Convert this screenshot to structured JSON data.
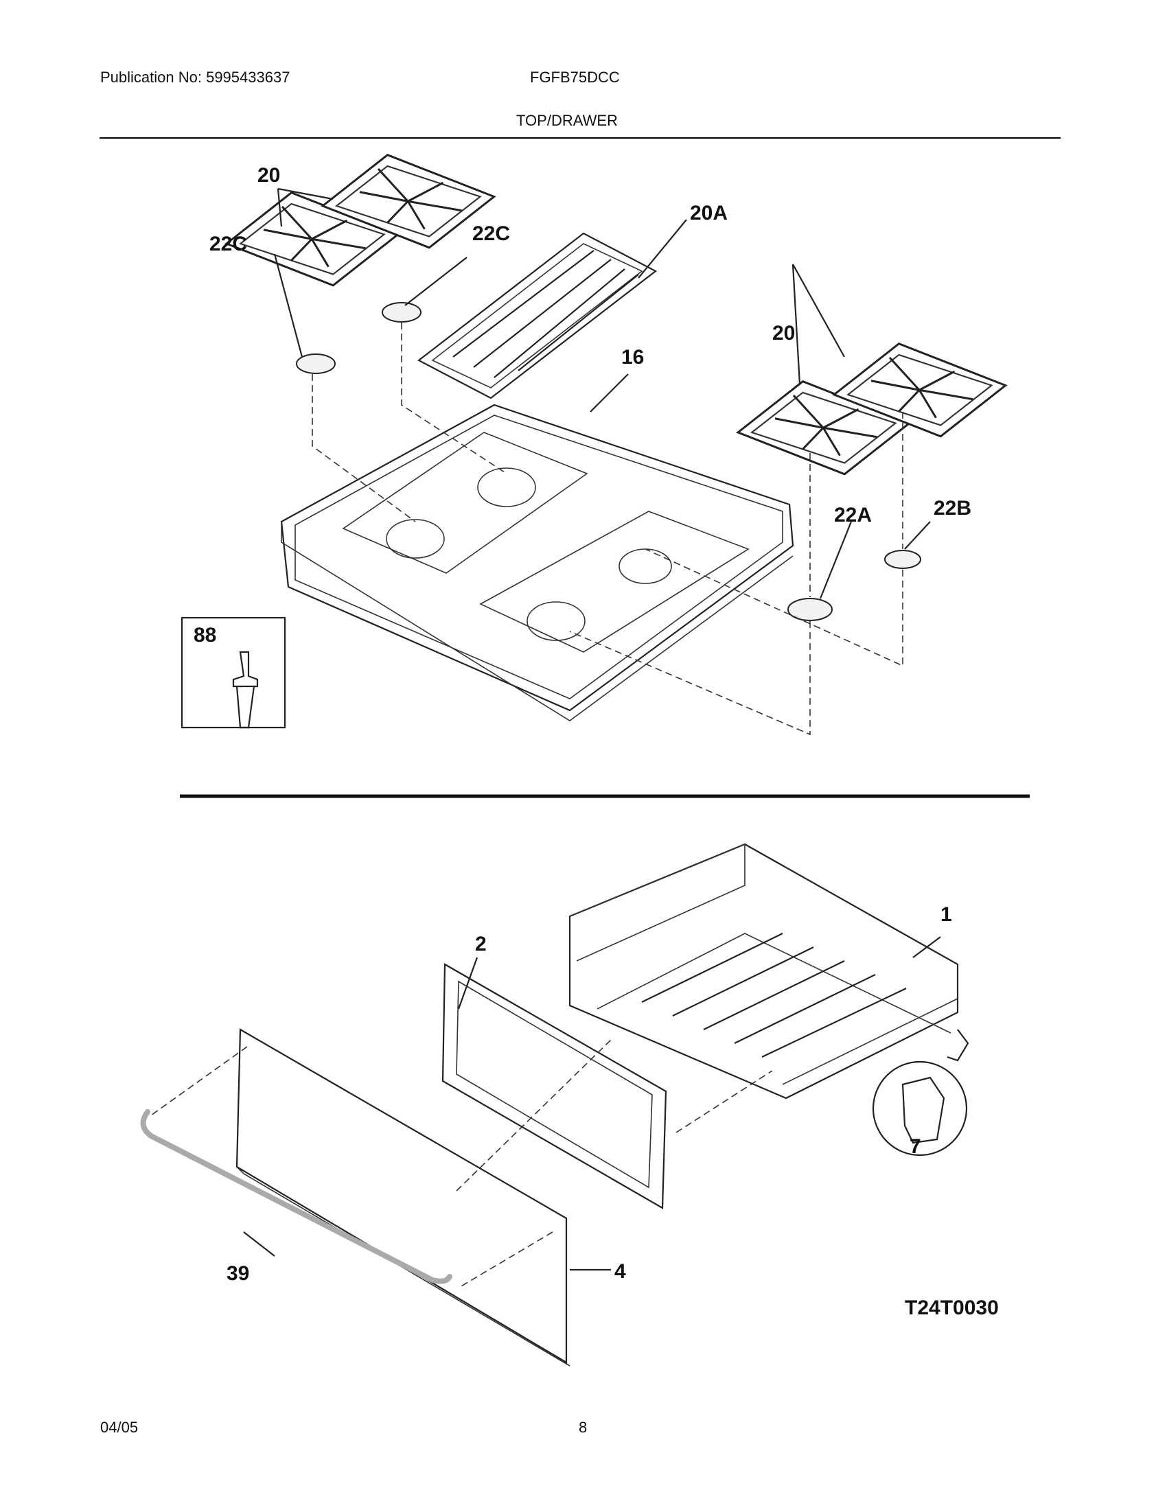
{
  "header": {
    "publication": "Publication No: 5995433637",
    "model": "FGFB75DCC",
    "section": "TOP/DRAWER"
  },
  "callouts": {
    "grates_left": "20",
    "grate_center": "20A",
    "cap_left_top": "22C",
    "cap_left": "22C",
    "cooktop": "16",
    "grates_right": "20",
    "cap_a": "22A",
    "cap_b": "22B",
    "screw_inset": "88",
    "drawer_body": "1",
    "drawer_frame": "2",
    "drawer_roller": "7",
    "drawer_handle": "39",
    "drawer_front": "4"
  },
  "diagram_code": "T24T0030",
  "footer": {
    "date": "04/05",
    "page": "8"
  }
}
